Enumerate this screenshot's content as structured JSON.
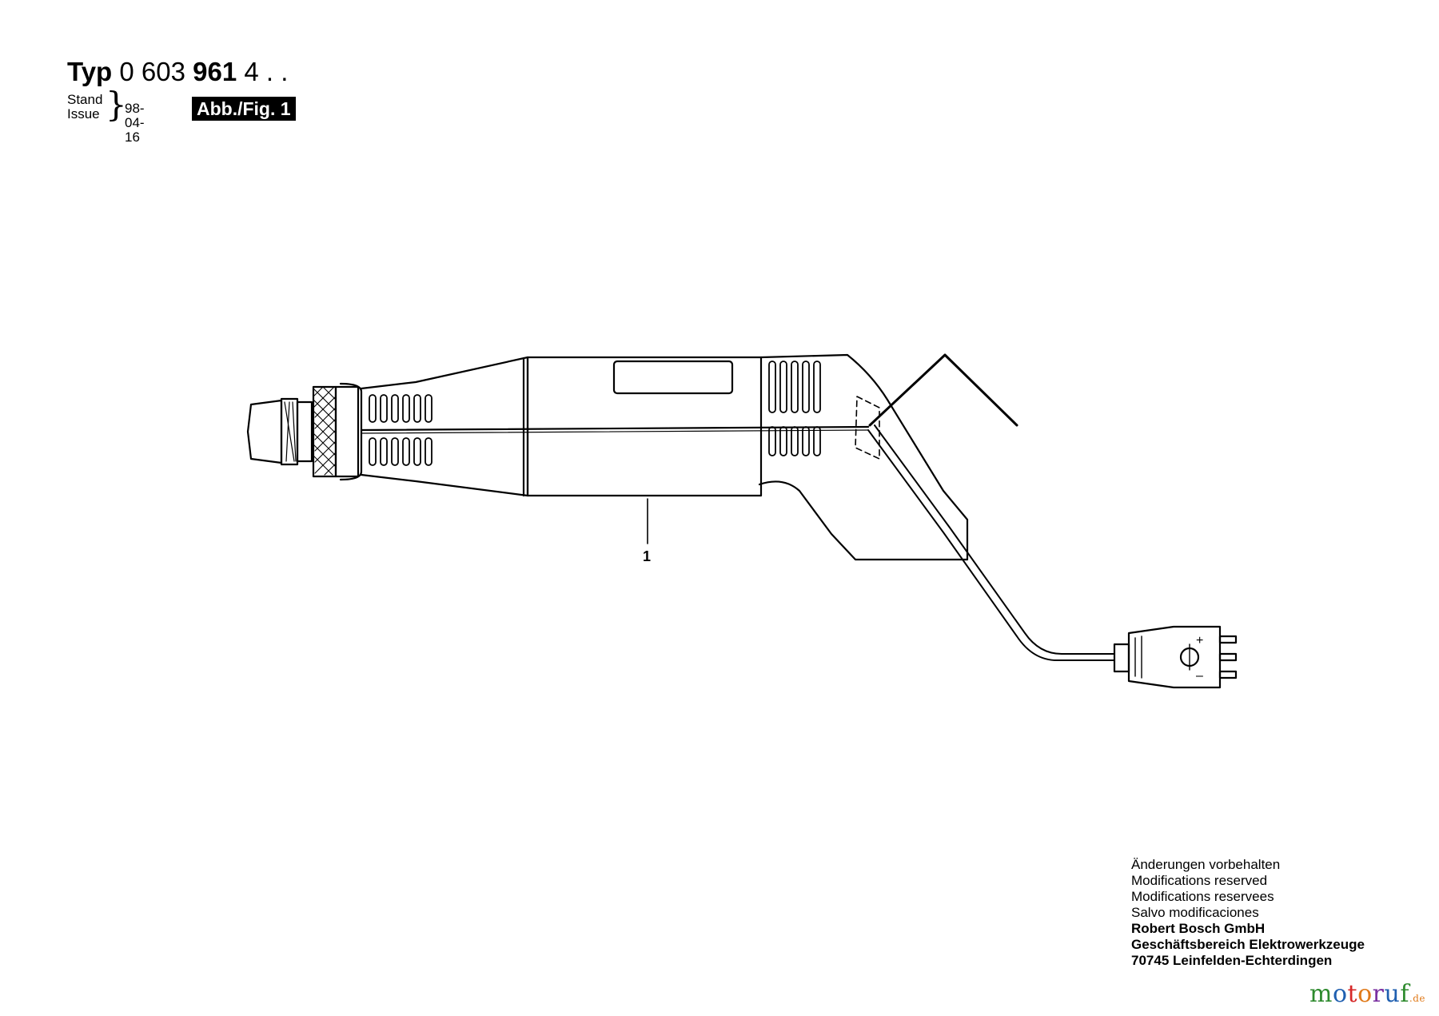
{
  "header": {
    "typ_label": "Typ",
    "number_prefix": "0 603",
    "number_bold": "961",
    "number_suffix": "4 . .",
    "stand_label": "Stand",
    "issue_label": "Issue",
    "date": "98-04-16",
    "figure_badge": "Abb./Fig. 1"
  },
  "drawing": {
    "callouts": [
      {
        "label": "1"
      }
    ],
    "plug_plus": "+",
    "plug_minus": "–"
  },
  "footer": {
    "notes": [
      "Änderungen vorbehalten",
      "Modifications reserved",
      "Modifications reservees",
      "Salvo modificaciones"
    ],
    "company": [
      "Robert Bosch GmbH",
      "Geschäftsbereich Elektrowerkzeuge",
      "70745 Leinfelden-Echterdingen"
    ]
  },
  "watermark": {
    "letters": [
      "m",
      "o",
      "t",
      "o",
      "r",
      "u",
      "f"
    ],
    "letter_colors": [
      "#2d8a2d",
      "#1f5fb0",
      "#d62828",
      "#e07a1a",
      "#7a2fa0",
      "#1f5fb0",
      "#2d8a2d"
    ],
    "tld": ".de"
  }
}
